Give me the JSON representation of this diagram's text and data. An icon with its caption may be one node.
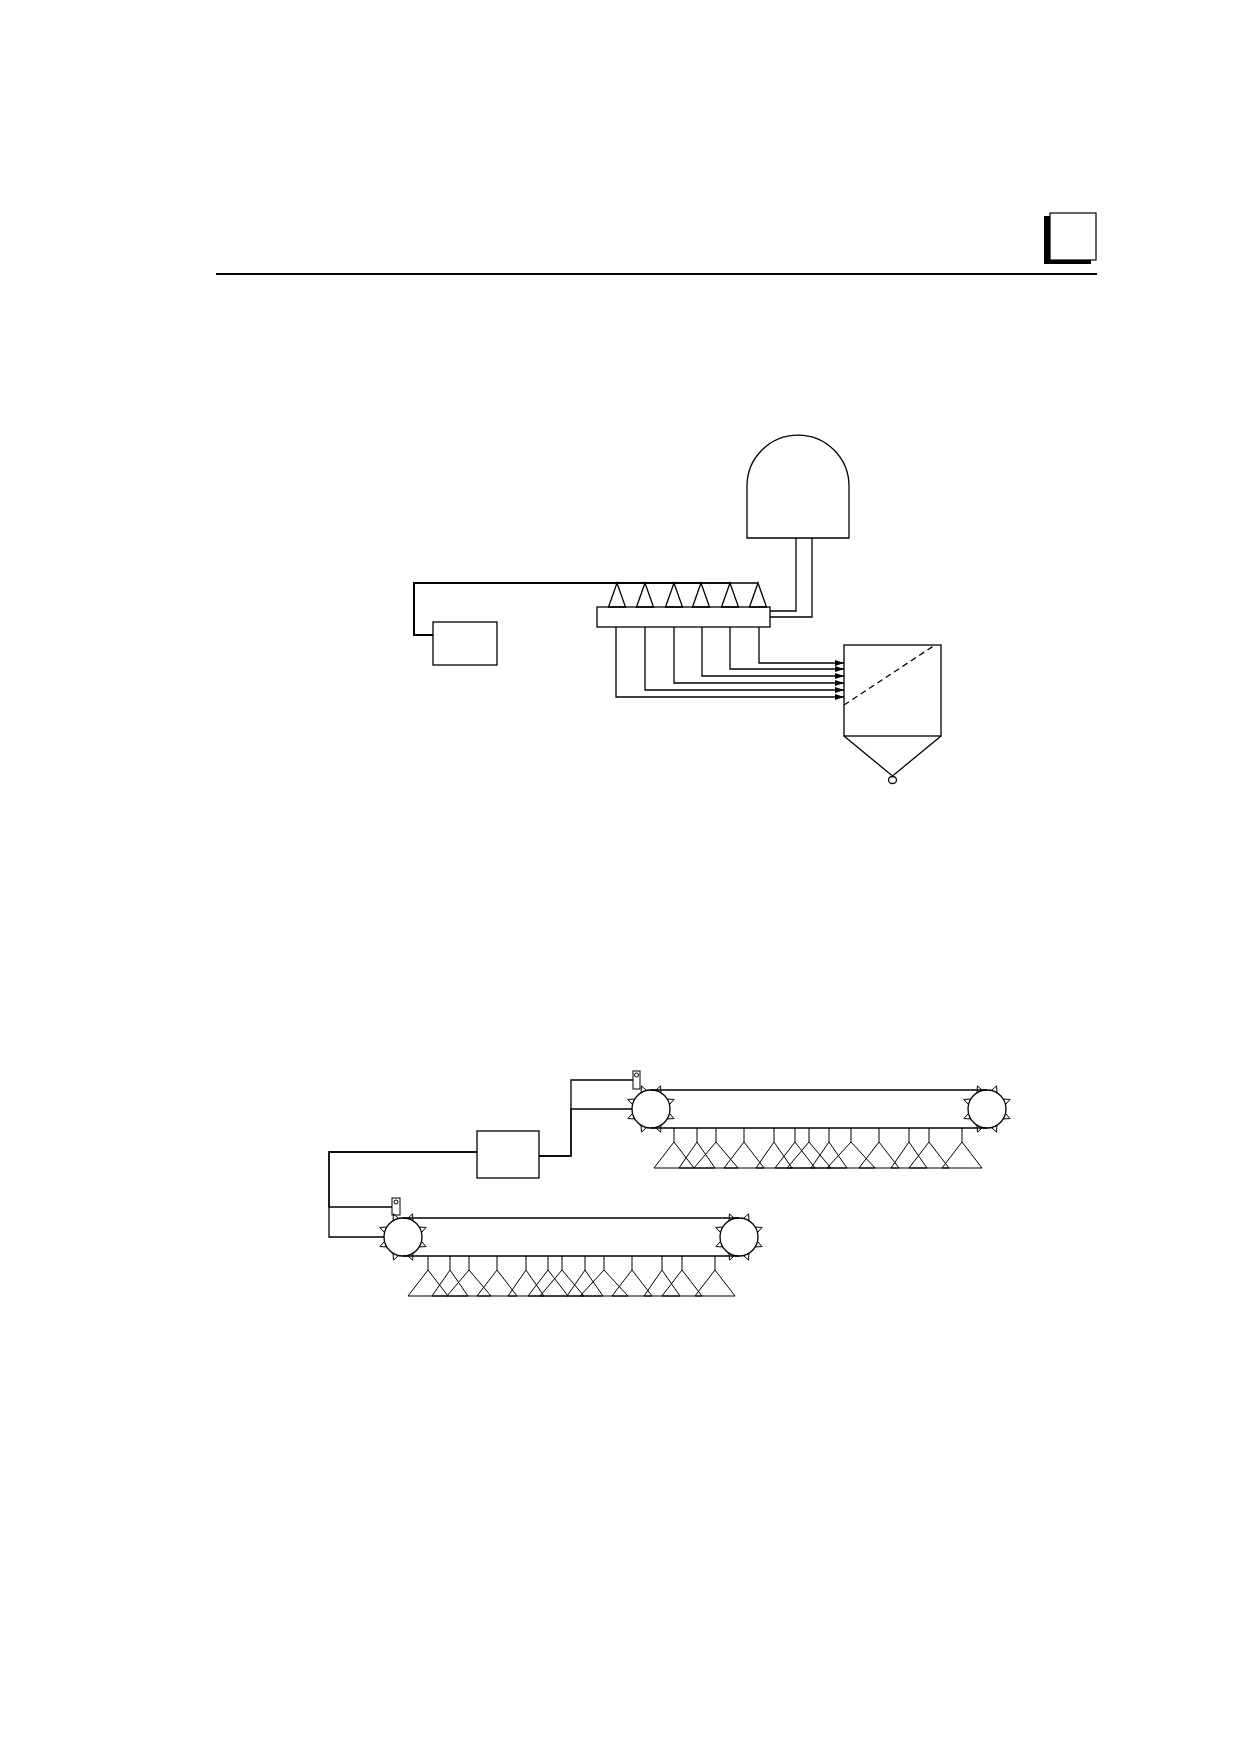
{
  "diagram": {
    "nodes": [
      {
        "text": [],
        "shape": "dome"
      },
      {
        "text": [],
        "shape": "box"
      },
      {
        "text": [],
        "shape": "triangle"
      },
      {
        "text": [],
        "shape": "triangle"
      },
      {
        "text": [],
        "shape": "triangle"
      },
      {
        "text": [],
        "shape": "triangle"
      },
      {
        "text": [],
        "shape": "triangle"
      },
      {
        "text": [],
        "shape": "triangle"
      },
      {
        "text": [],
        "shape": "bar"
      },
      {
        "text": [],
        "shape": "hopper"
      },
      {
        "text": [],
        "shape": "sensor"
      },
      {
        "text": [],
        "shape": "conveyor"
      },
      {
        "text": [],
        "shape": "box"
      },
      {
        "text": [],
        "shape": "sensor"
      },
      {
        "text": [],
        "shape": "conveyor"
      }
    ],
    "edges": [
      {
        "from": 1,
        "to": 2,
        "arrow": "none"
      },
      {
        "from": 1,
        "to": 3,
        "arrow": "none"
      },
      {
        "from": 1,
        "to": 4,
        "arrow": "none"
      },
      {
        "from": 1,
        "to": 5,
        "arrow": "none"
      },
      {
        "from": 1,
        "to": 6,
        "arrow": "none"
      },
      {
        "from": 1,
        "to": 7,
        "arrow": "none"
      },
      {
        "from": 0,
        "to": 8,
        "arrow": "none"
      },
      {
        "from": 0,
        "to": 8,
        "arrow": "none"
      },
      {
        "from": 8,
        "to": 9,
        "arrow": "to"
      },
      {
        "from": 8,
        "to": 9,
        "arrow": "to"
      },
      {
        "from": 8,
        "to": 9,
        "arrow": "to"
      },
      {
        "from": 8,
        "to": 9,
        "arrow": "to"
      },
      {
        "from": 8,
        "to": 9,
        "arrow": "to"
      },
      {
        "from": 8,
        "to": 9,
        "arrow": "to"
      },
      {
        "from": 12,
        "to": 10,
        "arrow": "none"
      },
      {
        "from": 12,
        "to": 11,
        "arrow": "none"
      },
      {
        "from": 12,
        "to": 13,
        "arrow": "none"
      },
      {
        "from": 12,
        "to": 14,
        "arrow": "none"
      }
    ]
  }
}
